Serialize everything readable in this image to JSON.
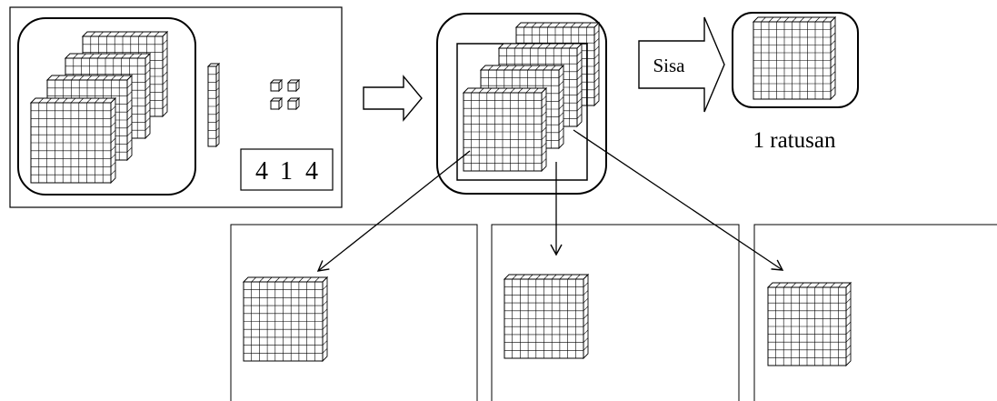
{
  "source_box": {
    "digits": [
      "4",
      "1",
      "4"
    ]
  },
  "remainder": {
    "arrow_label": "Sisa",
    "caption": "1 ratusan"
  },
  "groups": [
    {
      "hundreds": 1
    },
    {
      "hundreds": 1
    },
    {
      "hundreds": 1
    }
  ],
  "colors": {
    "stroke": "#000000",
    "face": "#ffffff",
    "side": "#ffffff"
  },
  "icons": {
    "flat": "hundred-flat-icon",
    "rod": "ten-rod-icon",
    "unit": "unit-cube-icon"
  }
}
